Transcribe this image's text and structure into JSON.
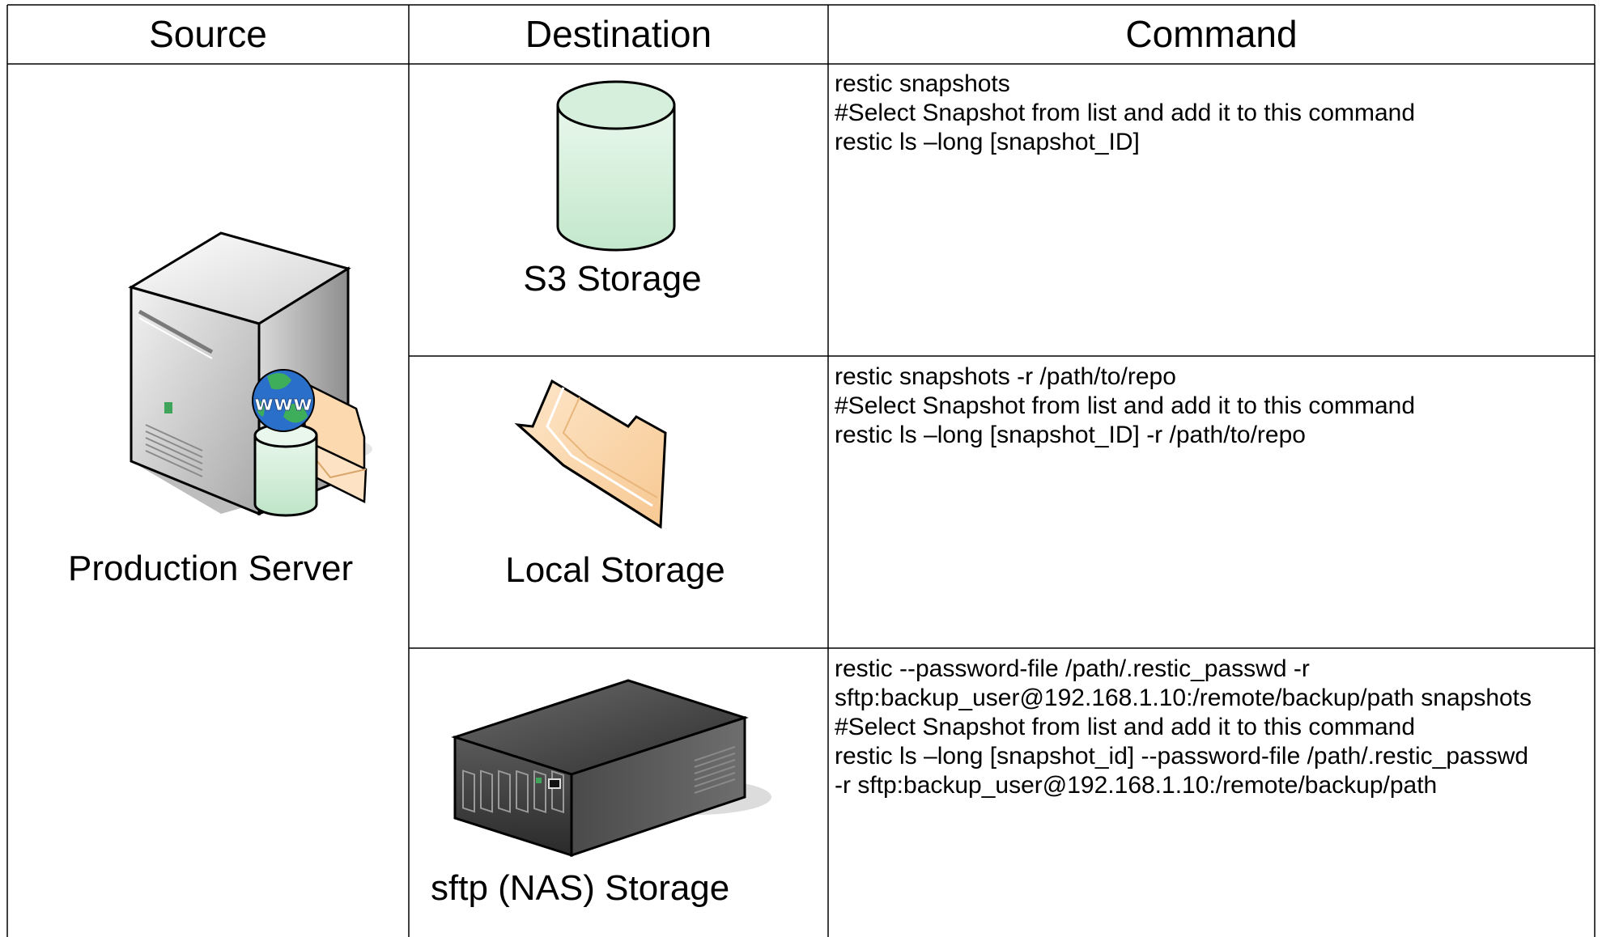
{
  "table": {
    "headers": {
      "source": "Source",
      "destination": "Destination",
      "command": "Command"
    },
    "source": {
      "label": "Production Server",
      "icon": "web-server-icon"
    },
    "rows": [
      {
        "destination": "S3 Storage",
        "icon": "database-cylinder-icon",
        "command_lines": [
          "restic snapshots",
          "#Select Snapshot from list and add it to this command",
          "restic ls –long [snapshot_ID]"
        ]
      },
      {
        "destination": "Local Storage",
        "icon": "folder-icon",
        "command_lines": [
          "restic snapshots -r /path/to/repo",
          "#Select Snapshot from list and add it to this command",
          "restic ls –long [snapshot_ID] -r /path/to/repo"
        ]
      },
      {
        "destination": "sftp (NAS) Storage",
        "icon": "nas-server-icon",
        "command_lines": [
          "restic --password-file /path/.restic_passwd -r",
          "sftp:backup_user@192.168.1.10:/remote/backup/path snapshots",
          "#Select Snapshot from list and add it to this command",
          "restic ls –long [snapshot_id] --password-file /path/.restic_passwd",
          "-r sftp:backup_user@192.168.1.10:/remote/backup/path"
        ]
      }
    ]
  },
  "colors": {
    "grid": "#000000",
    "cylinder_fill": "#d6efdc",
    "folder_fill": "#fcd9ae",
    "server_gray": "#c8c8c8",
    "nas_dark": "#3a3a3a"
  }
}
